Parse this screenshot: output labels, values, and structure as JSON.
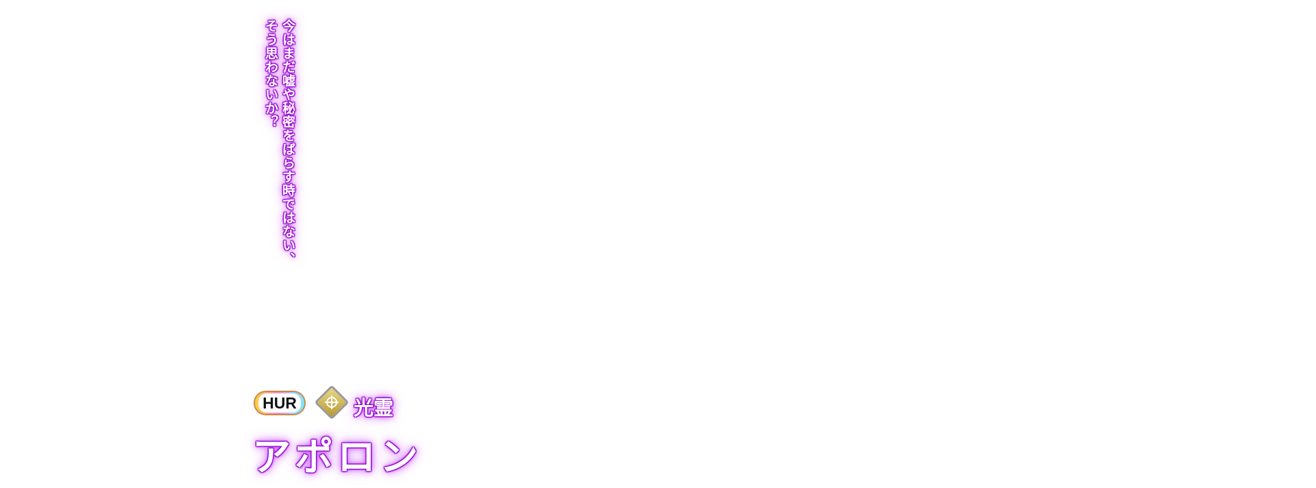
{
  "quote": {
    "line1": "今はまだ嘘や秘密をばらす時ではない、",
    "line2": "そう思わないか？"
  },
  "character": {
    "rarity": "HUR",
    "element_icon": "light-spirit-diamond-icon",
    "element": "光霊",
    "name": "アポロン"
  },
  "colors": {
    "glow": "#a000d8",
    "background": "#ffffff"
  }
}
